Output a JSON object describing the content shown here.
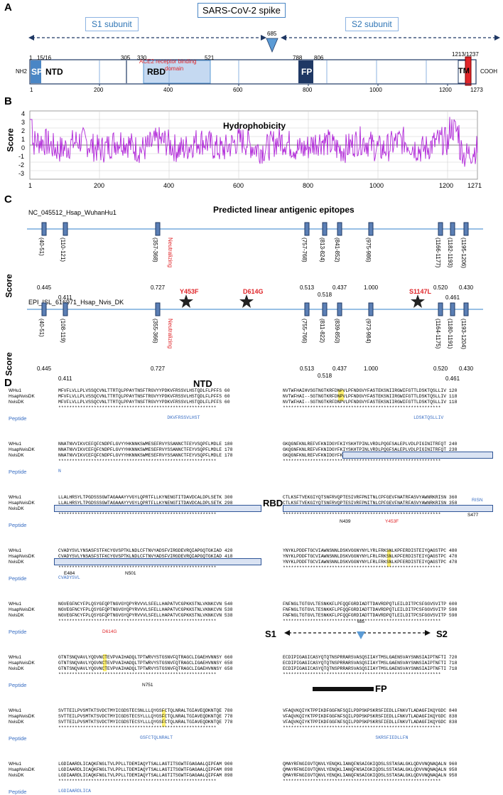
{
  "panelA": {
    "letter": "A",
    "title": "SARS-CoV-2 spike",
    "s1": "S1 subunit",
    "s2": "S2 subunit",
    "cleavage": "685",
    "ace2": "ACE2 receptor binding",
    "domainWord": "domain",
    "nh2": "NH2",
    "cooh": "COOH",
    "domains": {
      "sp": "SP",
      "ntd": "NTD",
      "rbd": "RBD",
      "fp": "FP",
      "tm": "TM"
    },
    "topNums": [
      "1",
      "15/16",
      "305",
      "330",
      "521",
      "788",
      "806",
      "1213/1237"
    ],
    "axis": [
      "1",
      "200",
      "400",
      "600",
      "800",
      "1000",
      "1200",
      "1273"
    ]
  },
  "panelB": {
    "letter": "B",
    "title": "Hydrophobicity",
    "ylabel": "Score",
    "yticks": [
      "4",
      "3",
      "2",
      "1",
      "0",
      "-1",
      "-2",
      "-3"
    ],
    "xticks": [
      "1",
      "200",
      "400",
      "600",
      "800",
      "1000",
      "1200",
      "1271"
    ]
  },
  "panelC": {
    "letter": "C",
    "title": "Predicted linear antigenic epitopes",
    "track1": "NC_045512_Hsap_WuhanHu1",
    "track2": "EPI_ISL_616971_Hsap_Nvis_DK",
    "ylabel": "Score",
    "neutralizing": "Neutralizing",
    "ranges1": [
      "(40-51)",
      "(110-121)",
      "(357-368)",
      "(757-768)",
      "(813-824)",
      "(841-852)",
      "(975-986)",
      "(1166-1177)",
      "(1182-1193)",
      "(1195-1206)"
    ],
    "ranges2": [
      "(40-51)",
      "(108-119)",
      "(355-366)",
      "(755-766)",
      "(811-822)",
      "(839-850)",
      "(973-984)",
      "(1164-1175)",
      "(1180-1191)",
      "(1193-1204)"
    ],
    "scores": [
      "0.445",
      "0.411",
      "0.727",
      "0.513",
      "0.518",
      "0.437",
      "1.000",
      "0.520",
      "0.461",
      "0.430"
    ],
    "mutations": [
      "Y453F",
      "D614G",
      "S1147L"
    ]
  },
  "panelD": {
    "letter": "D",
    "names": [
      "WHu1",
      "HsapNvisDK",
      "NvisDK"
    ],
    "peptideLabel": "Peptide",
    "ntd": "NTD",
    "rbd": "RBD",
    "s1": "S1",
    "s2": "S2",
    "fp": "FP",
    "cleavage": "685",
    "marks": {
      "n439": "N439",
      "y453f": "Y453F",
      "e484": "E484",
      "n501": "N501",
      "d614g": "D614G",
      "n751": "N751",
      "s477": "S477",
      "risn": "RISN"
    },
    "stars": "**********************************************************",
    "blocks": [
      {
        "l": [
          "MFVFLVLLPLVSSQCVNLTTRTQLPPAYTNSFTRGVYYPDKVFRSSVLHSTQDLFLPFFS 60",
          "MFVFLVLLPLVSSQCVNLTTRTQLPPAYTNSFTRGVYYPDKVFRSSVLHSTQDLFLPFFS 60",
          "MFVFLVLLPLVSSQCVNLTTRTQLPPAYTNSFTRGVYYPDKVFRSSVLHSTQDLFLPFFS 60"
        ],
        "r": [
          "NVTWFHAIHVSGTNGTKRFDNPVLPFNDGVYFASTEKSNIIRGWIFGTTLDSKTQSLLIV 120",
          "NVTWFHAI--SGTNGTKRFDNPVLPFNDGVYFASTEKSNIIRGWIFGTTLDSKTQSLLIV 118",
          "NVTWFHAI--SGTNGTKRFDNPVLPFNDGVYFASTEKSNIIRGWIFGTTLDSKTQSLLIV 118"
        ],
        "pl": "                                        DKVFRSSVLHST",
        "pr": "                                                LDSKTQSLLIV"
      },
      {
        "l": [
          "NNATNVVIKVCEFQFCNDPFLGVYYHKNNKSWMESEFRVYSSANNCTFEYVSQPFLMDLE 180",
          "NNATNVVIKVCEFQFCNDPFLGVYYHKNNKSWMESEFRVYSSANNCTFEYVSQPFLMDLE 178",
          "NNATNVVIKVCEFQFCNDPFLGVYYHKNNKSWMESEFRVYSSANNCTFEYVSQPFLMDLE 178"
        ],
        "r": [
          "GKQGNFKNLREFVFKNIDGYFKIYSKHTPINLVRDLPQGFSALEPLVDLPIGINITRFQT 240",
          "GKQGNFKNLREFVFKNIDGYFKIYSKHTPINLVRDLPQGFSALEPLVDLPIGINITRFQT 238",
          "GKQGNFKNLREFVFKNIDGYFKIYSKHTPINLVRDLPQGFSALEPLVDLPIGINITRFQT 238"
        ],
        "pl": "N",
        "pr": ""
      },
      {
        "l": [
          "LLALHRSYLTPGDSSSGWTAGAAAYYVGYLQPRTFLLKYNENGTITDAVDCALDPLSETK 300",
          "LLALHRSYLTPGDSSSGWTAGAAAYYVGYLQPRTFLLKYNENGTITDAVDCALDPLSETK 298",
          "LLALHRSYLTPGDSSSGWTAGAAAYYVGYLQPRTFLLKYNENGTITDAVDCALDPLSETK 298"
        ],
        "r": [
          "CTLKSFTVEKGIYQTSNFRVQPTESIVRFPNITNLCPFGEVFNATRFASVYAWNRKRISN 360",
          "CTLKSFTVEKGIYQTSNFRVQPTESIVRFPNITNLCPFGEVFNATRFASVYAWNRKRISN 358",
          "CTLKSFTVEKGIYQTSNFRVQPTESIVRFPNITNLCPFGEVFNATRFASVYAWNRKRISN 358"
        ],
        "pl": "",
        "pr": ""
      },
      {
        "l": [
          "CVADYSVLYNSASFSTFKCYGVSPTKLNDLCFTNVYADSFVIRGDEVRQIAPGQTGKIAD 420",
          "CVADYSVLYNSASFSTFKCYGVSPTKLNDLCFTNVYADSFVIRGDEVRQIAPGQTGKIAD 418",
          "CVADYSVLYNSASFSTFKCYGVSPTKLNDLCFTNVYADSFVIRGDEVRQIAPGQTGKIAD 418"
        ],
        "r": [
          "YNYKLPDDFTGCVIAWNSNNLDSKVGGNYNYLYRLFRKSNLKPFERDISTEIYQAGSTPC 480",
          "YNYKLPDDFTGCVIAWNSNNLDSKVGGNYNYLFRLFRKSNLKPFERDISTEIYQAGSTPC 478",
          "YNYKLPDDFTGCVIAWNSNNLDSKVGGNYNYLFRLFRKSNLKPFERDISTEIYQAGSTPC 478"
        ],
        "pl": "CVADYSVL",
        "pr": ""
      },
      {
        "l": [
          "NGVEGFNCYFPLQSYGFQPTNGVGYQPYRVVVLSFELLHAPATVCGPKKSTNLVKNKCVN 540",
          "NGVEGFNCYFPLQSYGFQPTNGVGYQPYRVVVLSFELLHAPATVCGPKKSTNLVKNKCVN 538",
          "NGVEGFNCYFPLQSYGFQPTNGVGYQPYRVVVLSFELLHAPATVCGPKKSTNLVKNKCVN 538"
        ],
        "r": [
          "FNFNGLTGTGVLTESNKKFLPFQQFGRDIADTTDAVRDPQTLEILDITPCSFGGVSVITP 600",
          "FNFNGLTGTGVLTESNKKFLPFQQFGRDIADTTDAVRDPQTLEILDITPCSFGGVSVITP 598",
          "FNFNGLTGTGVLTESNKKFLPFQQFGRDIADTTDAVRDPQTLEILDITPCSFGGVSVITP 598"
        ],
        "pl": "",
        "pr": ""
      },
      {
        "l": [
          "GTNTSNQVAVLYQDVNCTEVPVAIHADQLTPTWRVYSTGSNVFQTRAGCLIGAEHVNNSY 660",
          "GTNTSNQVAVLYQGVNCTEVPVAIHADQLTPTWRVYSTGSNVFQTRAGCLIGAEHVNNSY 658",
          "GTNTSNQVAVLYQGVNCTEVPVAIHADQLTPTWRVYSTGSNVFQTRAGCLIGAEHVNNSY 658"
        ],
        "r": [
          "ECDIPIGAGICASYQTQTNSPRRARSVASQSIIAYTMSLGAENSVAYSNNSIAIPTNFTI 720",
          "ECDIPIGAGICASYQTQTNSPRRARSVASQSIIAYTMSLGAENSVAYSNNSIAIPTNFTI 718",
          "ECDIPIGAGICASYQTQTNSPRRARSVASQSIIAYTMSLGAENSVAYSNNSIAIPTNFTI 718"
        ],
        "pl": "",
        "pr": ""
      },
      {
        "l": [
          "SVTTEILPVSMTKTSVDCTMYICGDSTECSNLLLQYGSFCTQLNRALTGIAVEQDKNTQE 780",
          "SVTTEILPVSMTKTSVDCTMYICGDSTECSYLLLQYGSFCTQLNRALTGIAVEQDKNTQE 778",
          "SVTTEILPVSMTKTSVDCTMYICGDSTECSYLLLQYGSFCTQLNRALTGIAVEQDKNTQE 778"
        ],
        "r": [
          "VFAQVKQIYKTPPIKDFGGFNFSQILPDPSKPSKRSFIEDLLFNKVTLADAGFIKQYGDC 840",
          "VFAQVKQIYKTPPIKDFGGFNFSQILPDPSKPSKRSFIEDLLFNKVTLADAGFIKQYGDC 838",
          "VFAQVKQIYKTPPIKDFGGFNFSQILPDPSKPSKRSFIEDLLFNKVTLADAGFIKQYGDC 838"
        ],
        "pl": "                              GSFCTQLNRALT",
        "pr": "                                  SKRSFIEDLLFN"
      },
      {
        "l": [
          "LGDIAARDLICAQKFNGLTVLPPLLTDEMIAQYTSALLAGTITSGWTFGAGAALQIPFAM 900",
          "LGDIAARDLICAQKFNGLTVLPPLLTDEMIAQYTSALLAGTITSGWTFGAGAALQIPFAM 898",
          "LGDIAARDLICAQKFNGLTVLPPLLTDEMIAQYTSALLAGTITSGWTFGAGAALQIPFAM 898"
        ],
        "r": [
          "QMAYRFNGIGVTQNVLYENQKLIANQFNSAIGKIQDSLSSTASALGKLQDVVNQNAQALN 960",
          "QMAYRFNGIGVTQNVLYENQKLIANQFNSAIGKIQDSLSSTASALGKLQDVVNQNAQALN 958",
          "QMAYRFNGIGVTQNVLYENQKLIANQFNSAIGKIQDSLSSTASALGKLQDVVNQNAQALN 958"
        ],
        "pl": "LGDIAARDLICA",
        "pr": ""
      }
    ]
  }
}
